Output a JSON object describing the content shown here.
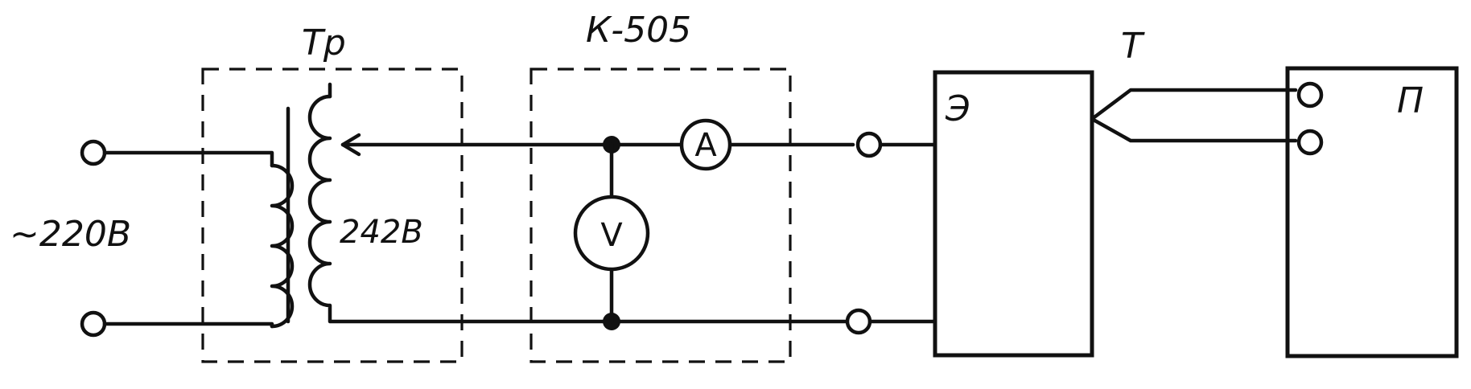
{
  "labels": {
    "transformer": "Тр",
    "device": "К-505",
    "supply_voltage": "~220В",
    "secondary_voltage": "242В",
    "ammeter": "A",
    "voltmeter": "V",
    "block_e": "Э",
    "thermocouple": "Т",
    "block_p": "П"
  }
}
